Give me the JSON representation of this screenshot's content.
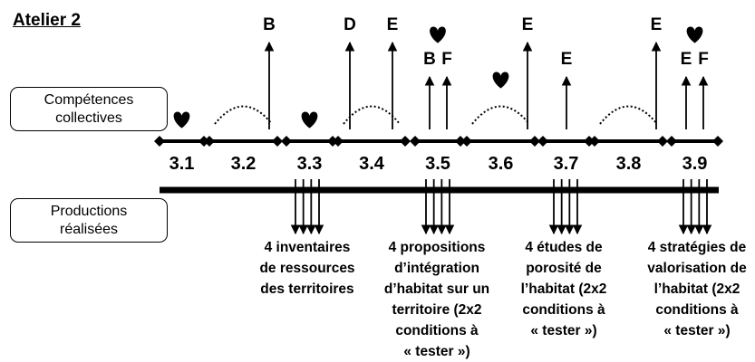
{
  "title": "Atelier 2",
  "rows": {
    "competences": [
      "Compétences",
      "collectives"
    ],
    "productions": [
      "Productions",
      "réalisées"
    ]
  },
  "segments": [
    "3.1",
    "3.2",
    "3.3",
    "3.4",
    "3.5",
    "3.6",
    "3.7",
    "3.8",
    "3.9"
  ],
  "segment_marks": [
    {
      "segment": "3.1",
      "mark": "heart"
    },
    {
      "segment": "3.2",
      "mark": "dotted-arc"
    },
    {
      "segment": "3.3",
      "mark": "heart"
    },
    {
      "segment": "3.4",
      "mark": "dotted-arc"
    },
    {
      "segment": "3.6",
      "mark": "dotted-arc"
    },
    {
      "segment": "3.6",
      "mark": "heart"
    },
    {
      "segment": "3.8",
      "mark": "dotted-arc"
    },
    {
      "segment": "3.5",
      "mark": "heart"
    },
    {
      "segment": "3.9",
      "mark": "heart"
    }
  ],
  "up_arrows": [
    {
      "segment": "3.2",
      "label": "B"
    },
    {
      "segment": "3.4",
      "label": "D"
    },
    {
      "segment": "3.4",
      "label": "E"
    },
    {
      "segment": "3.5",
      "label": "B"
    },
    {
      "segment": "3.5",
      "label": "F"
    },
    {
      "segment": "3.6",
      "label": "E"
    },
    {
      "segment": "3.7",
      "label": "E"
    },
    {
      "segment": "3.8",
      "label": "E"
    },
    {
      "segment": "3.9",
      "label": "E"
    },
    {
      "segment": "3.9",
      "label": "F"
    }
  ],
  "productions": [
    {
      "segment": "3.3",
      "down_arrows": 4,
      "lines": [
        "4 inventaires",
        "de ressources",
        "des territoires"
      ]
    },
    {
      "segment": "3.5",
      "down_arrows": 4,
      "lines": [
        "4 propositions",
        "d’intégration",
        "d’habitat sur un",
        "territoire (2x2",
        "conditions à",
        "« tester »)"
      ]
    },
    {
      "segment": "3.7",
      "down_arrows": 4,
      "lines": [
        "4 études de",
        "porosité de",
        "l’habitat (2x2",
        "conditions à",
        "« tester »)"
      ]
    },
    {
      "segment": "3.9",
      "down_arrows": 4,
      "lines": [
        "4 stratégies de",
        "valorisation de",
        "l’habitat (2x2",
        "conditions à",
        "« tester »)"
      ]
    }
  ]
}
